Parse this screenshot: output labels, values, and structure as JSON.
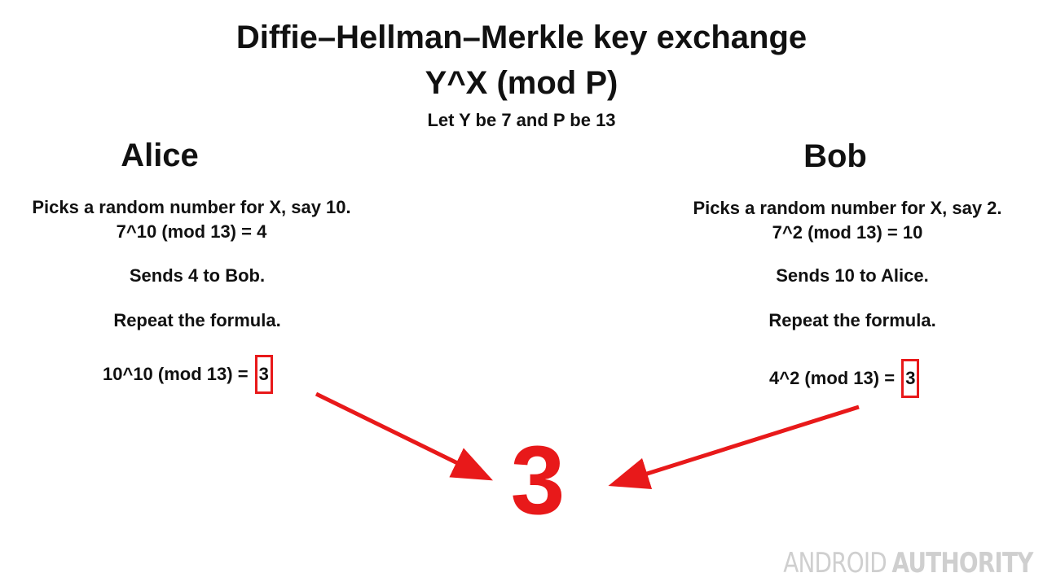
{
  "header": {
    "title": "Diffie–Hellman–Merkle key exchange",
    "formula": "Y^X (mod P)",
    "given": "Let Y be 7 and P be 13"
  },
  "alice": {
    "name": "Alice",
    "pick_line1": "Picks a random number for X, say 10.",
    "pick_line2": "7^10 (mod 13) = 4",
    "send": "Sends 4 to Bob.",
    "repeat": "Repeat the formula.",
    "final_expr": "10^10 (mod 13) =",
    "final_value": "3"
  },
  "bob": {
    "name": "Bob",
    "pick_line1": "Picks a random number for X, say 2.",
    "pick_line2": "7^2 (mod 13) = 10",
    "send": "Sends 10 to Alice.",
    "repeat": "Repeat the formula.",
    "final_expr": "4^2 (mod 13) =",
    "final_value": "3"
  },
  "shared_secret": "3",
  "watermark": {
    "part1": "ANDROID",
    "part2": "AUTHORITY"
  },
  "colors": {
    "accent": "#e8191a",
    "text": "#111111",
    "watermark": "#cfcfcf"
  }
}
